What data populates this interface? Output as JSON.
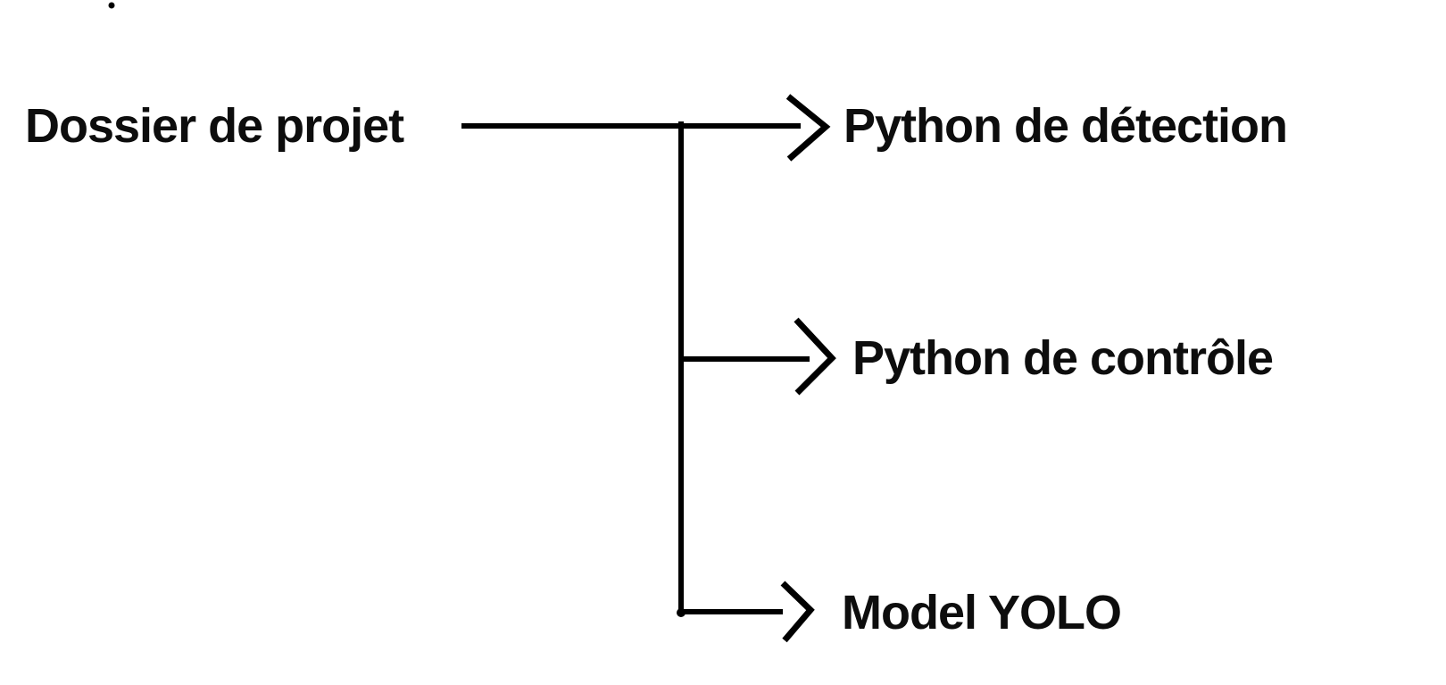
{
  "diagram": {
    "type": "tree",
    "root": {
      "label": "Dossier de projet"
    },
    "children": [
      {
        "label": "Python de détection"
      },
      {
        "label": "Python de contrôle"
      },
      {
        "label": "Model YOLO"
      }
    ],
    "edges": [
      {
        "from": "Dossier de projet",
        "to": "Python de détection"
      },
      {
        "from": "Dossier de projet",
        "to": "Python de contrôle"
      },
      {
        "from": "Dossier de projet",
        "to": "Model YOLO"
      }
    ],
    "colors": {
      "line": "#000000",
      "text": "#0d0d0d",
      "background": "#ffffff"
    }
  }
}
